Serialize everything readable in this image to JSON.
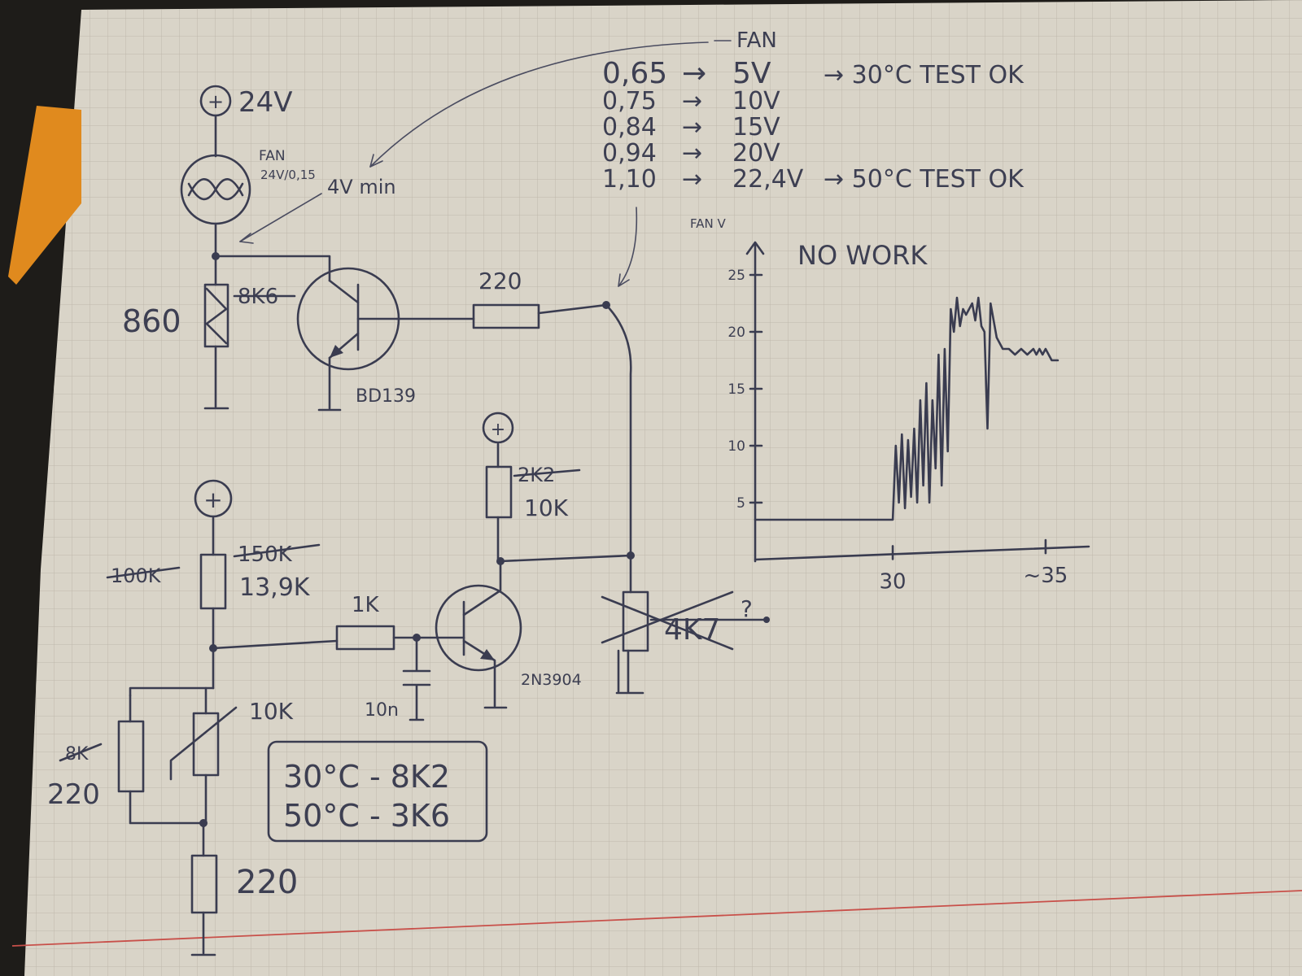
{
  "supply": {
    "main_voltage": "24V",
    "plus_symbol": "+"
  },
  "fan": {
    "label": "FAN",
    "rating": "24V/0,15",
    "min_note": "4V min"
  },
  "resistors": {
    "r_860": "860",
    "r_8k6_struck": "8K6",
    "r_220_base": "220",
    "r_2k2_struck": "2K2",
    "r_10k_collector": "10K",
    "r_100k_struck": "100K",
    "r_150k_struck": "150K",
    "r_13k9": "13,9K",
    "r_1k": "1K",
    "pot_4k7_struck": "4K7",
    "pot_question": "?",
    "thermistor_10k": "10K",
    "r_8k_struck": "8K",
    "r_220_parallel": "220",
    "r_220_bottom": "220"
  },
  "capacitor": {
    "value": "10n"
  },
  "transistors": {
    "power": "BD139",
    "signal": "2N3904"
  },
  "table": {
    "header": "FAN",
    "rows": [
      {
        "input": "0,65",
        "arrow": "→",
        "fan": "5V",
        "note": "→ 30°C  TEST OK"
      },
      {
        "input": "0,75",
        "arrow": "→",
        "fan": "10V",
        "note": ""
      },
      {
        "input": "0,84",
        "arrow": "→",
        "fan": "15V",
        "note": ""
      },
      {
        "input": "0,94",
        "arrow": "→",
        "fan": "20V",
        "note": ""
      },
      {
        "input": "1,10",
        "arrow": "→",
        "fan": "22,4V",
        "note": "→ 50°C  TEST OK"
      }
    ]
  },
  "box_note": {
    "line1": "30°C - 8K2",
    "line2": "50°C - 3K6"
  },
  "chart_data": {
    "type": "line",
    "title": "NO WORK",
    "ylabel": "FAN V",
    "xlabel": "",
    "y_ticks": [
      "5",
      "10",
      "15",
      "20",
      "25"
    ],
    "x_ticks": [
      "30",
      "~35"
    ],
    "ylim": [
      0,
      27
    ],
    "xlim": [
      25.5,
      36.2
    ],
    "grid": false,
    "series": [
      {
        "x": [
          25.5,
          30.0,
          30.1,
          30.2,
          30.3,
          30.4,
          30.5,
          30.6,
          30.7,
          30.8,
          30.9,
          31.0,
          31.1,
          31.2,
          31.3,
          31.4,
          31.5,
          31.6,
          31.7,
          31.8,
          31.9,
          32.0,
          32.1,
          32.2,
          32.3,
          32.4,
          32.6,
          32.7,
          32.8,
          32.9,
          33.0,
          33.1,
          33.2,
          33.4,
          33.6,
          33.8,
          34.0,
          34.2,
          34.4,
          34.6,
          34.7,
          34.8,
          34.9,
          35.0,
          35.2,
          35.4
        ],
        "y": [
          3.5,
          3.5,
          10.0,
          5.0,
          11.0,
          4.5,
          10.5,
          5.5,
          11.5,
          5.0,
          14.0,
          6.5,
          15.5,
          5.0,
          14.0,
          8.0,
          18.0,
          6.5,
          18.5,
          9.5,
          22.0,
          20.0,
          23.0,
          20.5,
          22.0,
          21.5,
          22.5,
          21.0,
          23.0,
          20.5,
          20.0,
          11.5,
          22.5,
          19.5,
          18.5,
          18.5,
          18.0,
          18.5,
          18.0,
          18.5,
          18.0,
          18.5,
          18.0,
          18.5,
          17.5,
          17.5
        ]
      }
    ]
  }
}
